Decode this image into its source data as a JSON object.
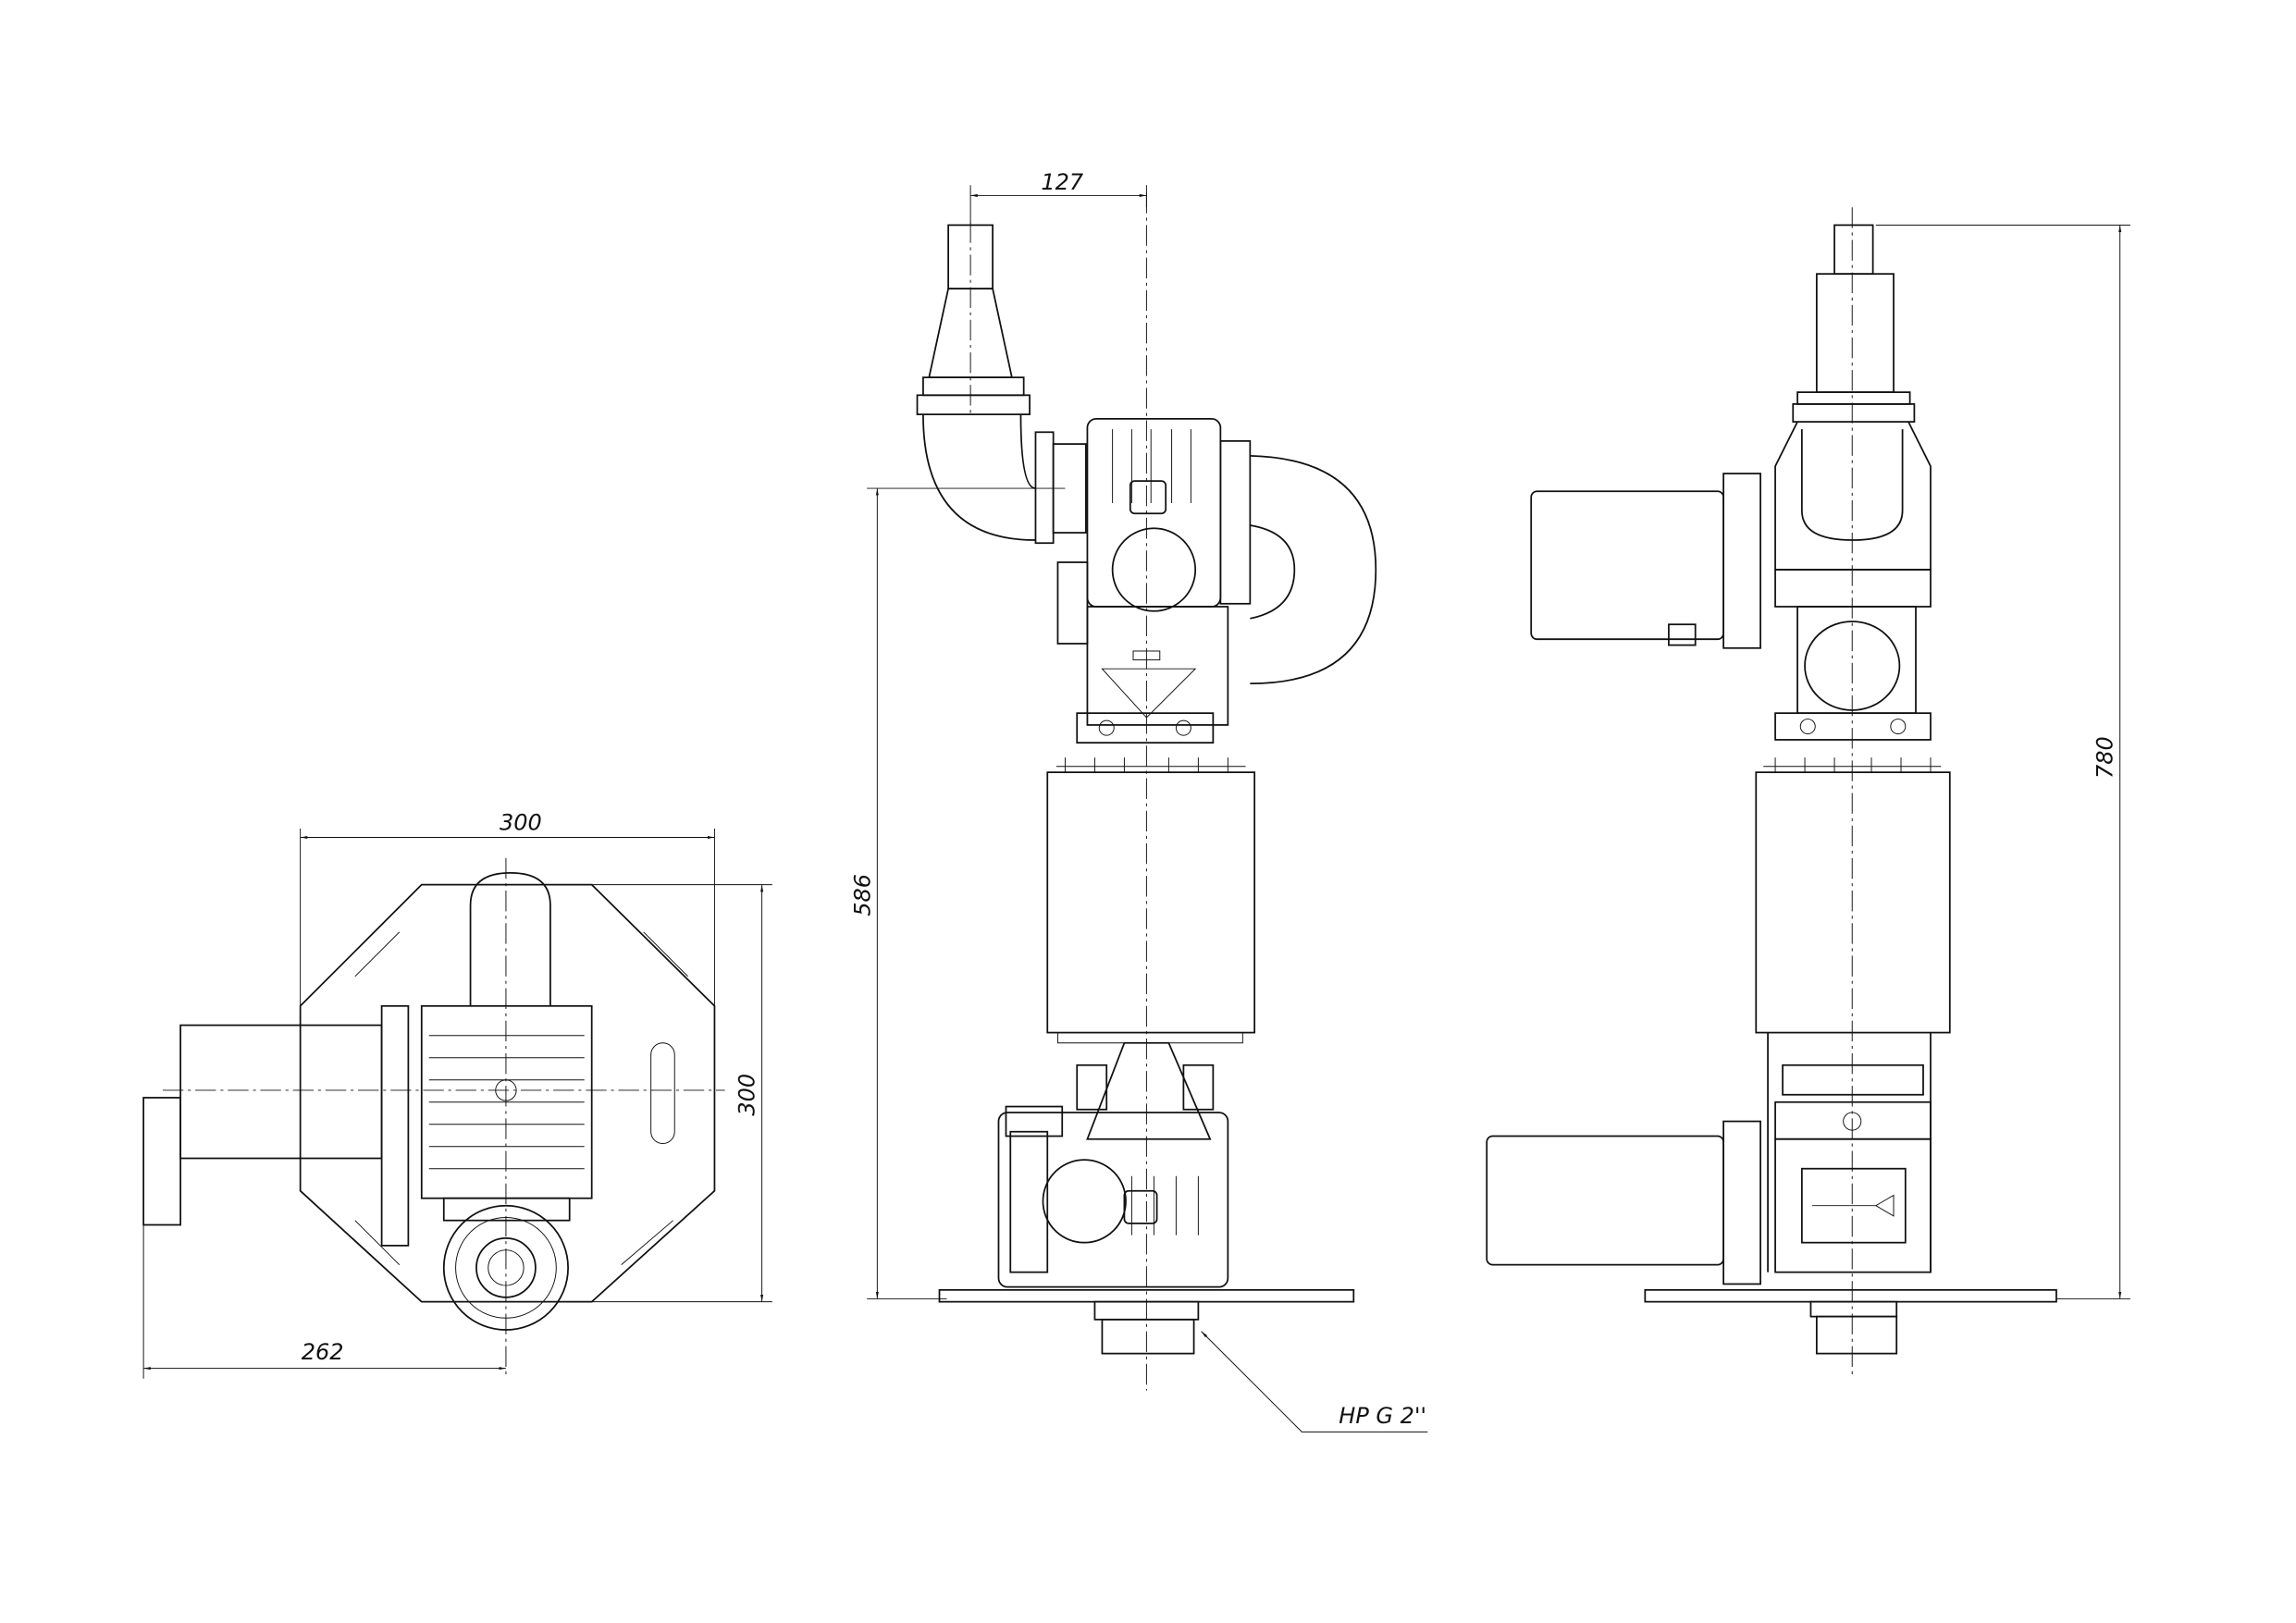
{
  "drawing": {
    "dimensions": {
      "top_view_width": "300",
      "top_view_height": "300",
      "top_view_offset": "262",
      "front_offset": "127",
      "front_height": "586",
      "side_height": "780"
    },
    "callout": "HP G 2''"
  }
}
